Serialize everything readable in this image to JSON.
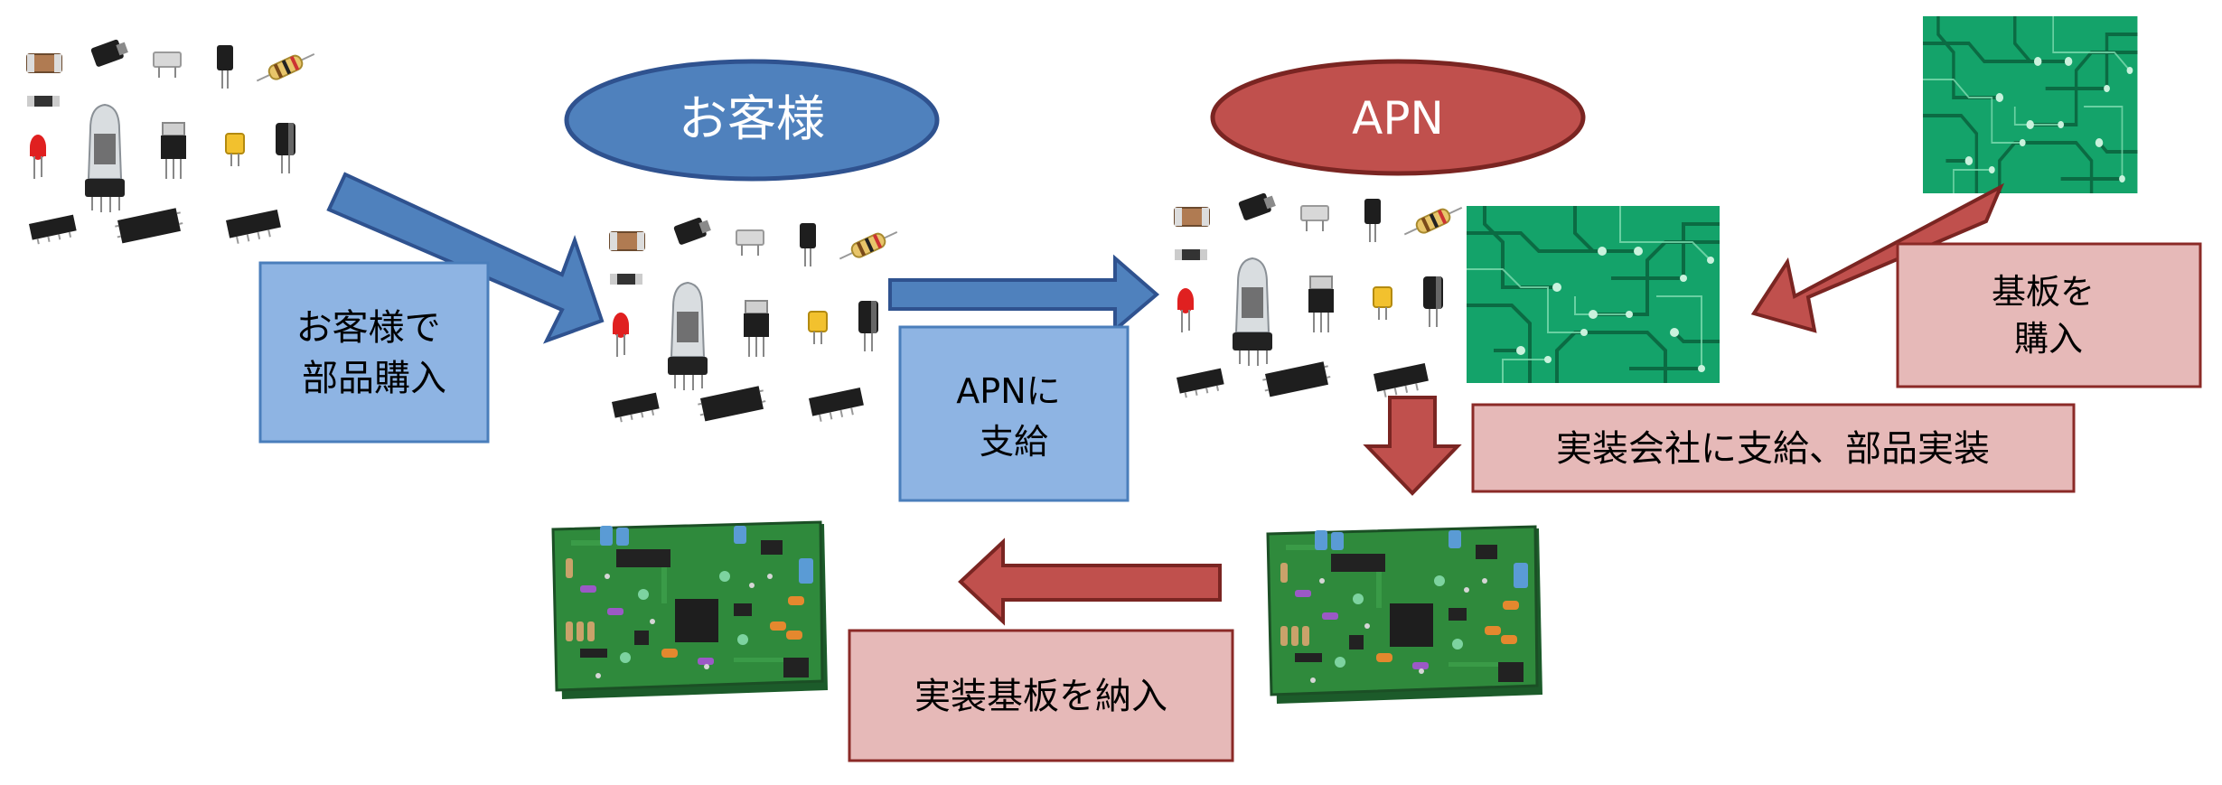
{
  "nodes": {
    "customer": "お客様",
    "apn": "APN"
  },
  "notes": {
    "customer_buy": [
      "お客様で",
      "部品購入"
    ],
    "supply_to_apn": [
      "APNに",
      "支給"
    ],
    "buy_board": [
      "基板を",
      "購入"
    ],
    "mounting": "実装会社に支給、部品実装",
    "deliver": "実装基板を納入"
  },
  "colors": {
    "blue_fill": "#4f81bd",
    "blue_edge": "#2f528f",
    "blue_box": "#8eb4e3",
    "red_fill": "#c0504d",
    "red_edge": "#7a2522",
    "pink_box": "#e6b9b8",
    "board_green": "#14a36a",
    "pcb_green": "#2e7d32"
  },
  "icons": [
    "electronic-parts-icon",
    "circuit-board-icon",
    "assembled-pcb-icon"
  ]
}
